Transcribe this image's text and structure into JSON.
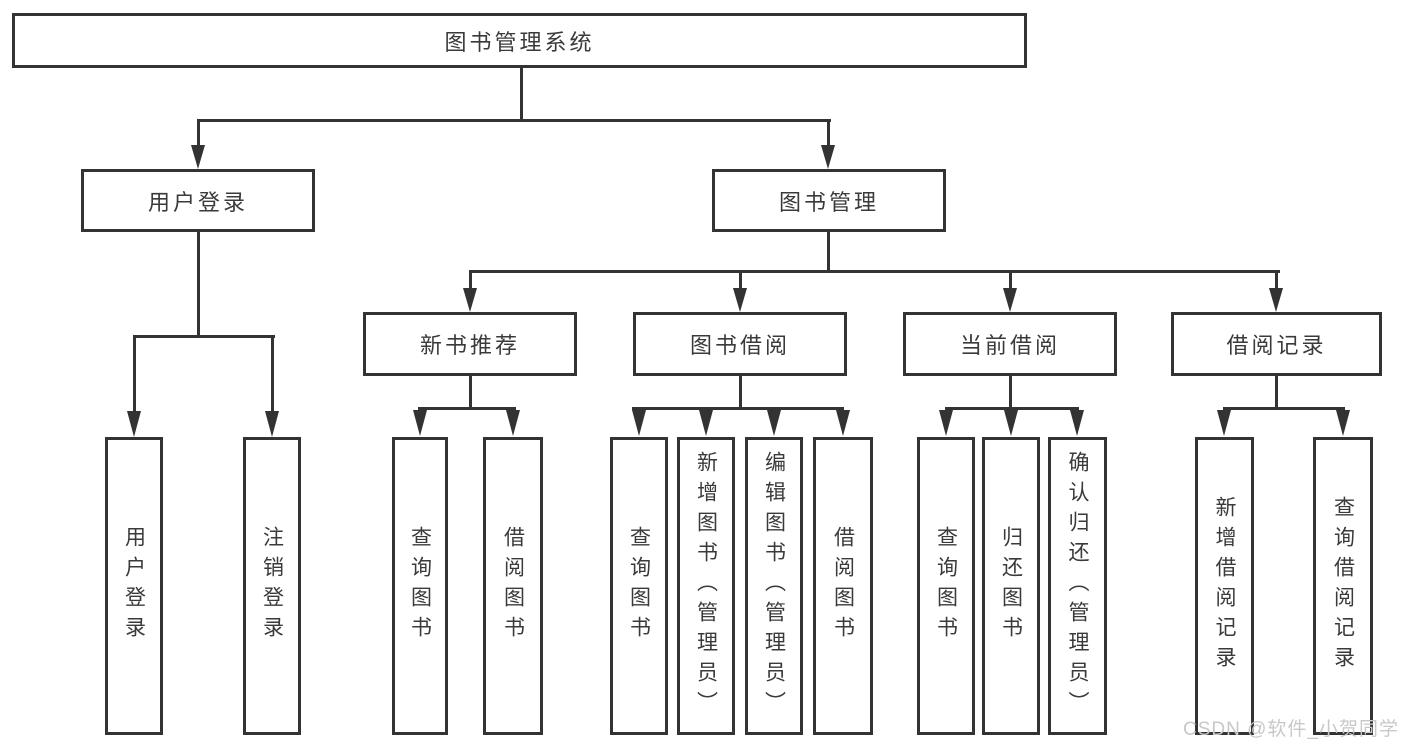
{
  "diagram": {
    "root": "图书管理系统",
    "user_login": {
      "label": "用户登录",
      "children": [
        "用户登录",
        "注销登录"
      ]
    },
    "book_mgmt": {
      "label": "图书管理",
      "children": [
        {
          "label": "新书推荐",
          "children": [
            "查询图书",
            "借阅图书"
          ]
        },
        {
          "label": "图书借阅",
          "children": [
            "查询图书",
            "新增图书（管理员）",
            "编辑图书（管理员）",
            "借阅图书"
          ]
        },
        {
          "label": "当前借阅",
          "children": [
            "查询图书",
            "归还图书",
            "确认归还（管理员）"
          ]
        },
        {
          "label": "借阅记录",
          "children": [
            "新增借阅记录",
            "查询借阅记录"
          ]
        }
      ]
    }
  },
  "watermark": {
    "text": "CSDN @软件_小贺同学"
  },
  "colors": {
    "line": "#333333",
    "box_border": "#333333",
    "text": "#3a3a3a",
    "watermark": "#c8c8c8",
    "background": "#ffffff"
  }
}
